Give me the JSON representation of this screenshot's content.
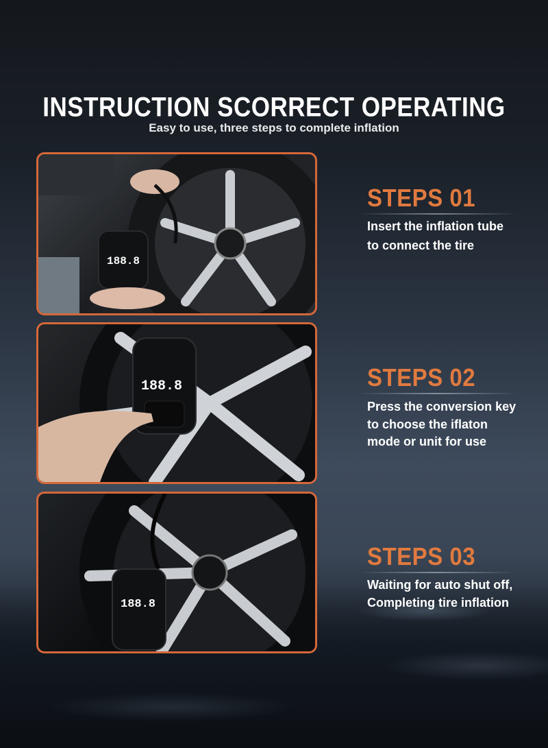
{
  "header": {
    "title": "INSTRUCTION SCORRECT OPERATING",
    "subtitle": "Easy to use, three steps to complete inflation"
  },
  "device": {
    "display_reading": "188.8"
  },
  "steps": [
    {
      "heading": "STEPS 01",
      "lines": [
        "Insert the inflation tube",
        "to connect the tire"
      ]
    },
    {
      "heading": "STEPS 02",
      "lines": [
        "Press the conversion key",
        "to choose the iflaton",
        "mode or unit for use"
      ]
    },
    {
      "heading": "STEPS 03",
      "lines": [
        "Waiting for auto shut off,",
        "Completing tire inflation"
      ]
    }
  ],
  "colors": {
    "accent": "#e07a3f",
    "panel_border": "#d5683a"
  }
}
